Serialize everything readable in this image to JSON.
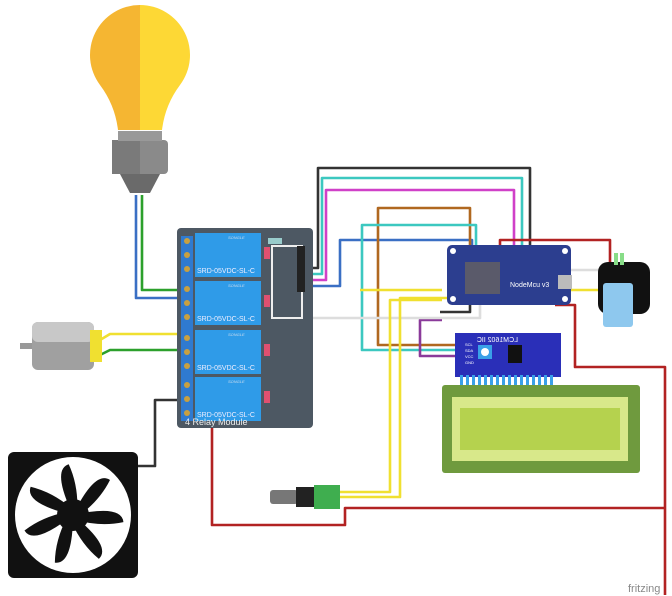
{
  "components": {
    "relay_module": {
      "label": "4 Relay Module",
      "relay_part": "SRD-05VDC-SL-C",
      "brand": "SONGLE"
    },
    "nodemcu": {
      "label": "NodeMcu v3"
    },
    "i2c_adapter": {
      "label": "LCM1602 IIC",
      "pins": [
        "SCL",
        "SDA",
        "VCC",
        "GND"
      ]
    },
    "lcd": {
      "label": ""
    },
    "watermark": "fritzing"
  },
  "colors": {
    "bulb_left": "#f5b632",
    "bulb_right": "#fdd835",
    "relay_board": "#4d5863",
    "relay_blue": "#2f9be8",
    "nodemcu": "#2c3e8f",
    "i2c": "#2a2fb8",
    "lcd_screen": "#b5d24e",
    "wire_red": "#b22222",
    "wire_black": "#333333",
    "wire_yellow": "#f0e030",
    "wire_green": "#2ca02c",
    "wire_blue": "#3a6fc4",
    "wire_cyan": "#3cc8c0",
    "wire_magenta": "#d040c8",
    "wire_brown": "#b06820",
    "wire_purple": "#8a3a9a",
    "wire_white": "#dddddd"
  }
}
